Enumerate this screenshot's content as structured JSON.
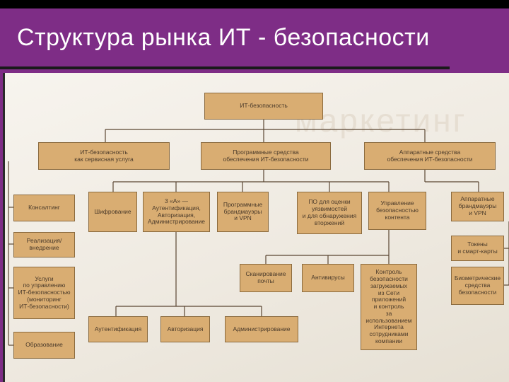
{
  "slide": {
    "title": "Структура рынка ИТ - безопасности"
  },
  "diagram": {
    "watermark": "маркетинг",
    "nodes": {
      "root": "ИТ-безопасность",
      "service": "ИТ-безопасность\nкак сервисная услуга",
      "software": "Программные средства\nобеспечения ИТ-безопасности",
      "hardware": "Аппаратные средства\nобеспечения ИТ-безопасности",
      "consulting": "Консалтинг",
      "implementation": "Реализация/\nвнедрение",
      "managed": "Услуги\nпо управлению\nИТ-безопасностью\n(мониторинг\nИТ-безопасности)",
      "education": "Образование",
      "encryption": "Шифрование",
      "aaa": "3 «А» —\nАутентификация,\nАвторизация,\nАдминистрирование",
      "sw_firewalls": "Программные\nбрандмауэры\nи VPN",
      "vuln": "ПО для оценки\nуязвимостей\nи для обнаружения\nвторжений",
      "content": "Управление\nбезопасностью\nконтента",
      "hw_firewalls": "Аппаратные\nбрандмауэры\nи VPN",
      "tokens": "Токены\nи смарт-карты",
      "biometric": "Биометрические\nсредства\nбезопасности",
      "mail": "Сканирование\nпочты",
      "antivirus": "Антивирусы",
      "control": "Контроль\nбезопасности\nзагружаемых\nиз Сети приложений\nи контроль\nза использованием\nИнтернета\nсотрудниками\nкомпании",
      "authn": "Аутентификация",
      "authz": "Авторизация",
      "admin": "Администрирование"
    }
  }
}
